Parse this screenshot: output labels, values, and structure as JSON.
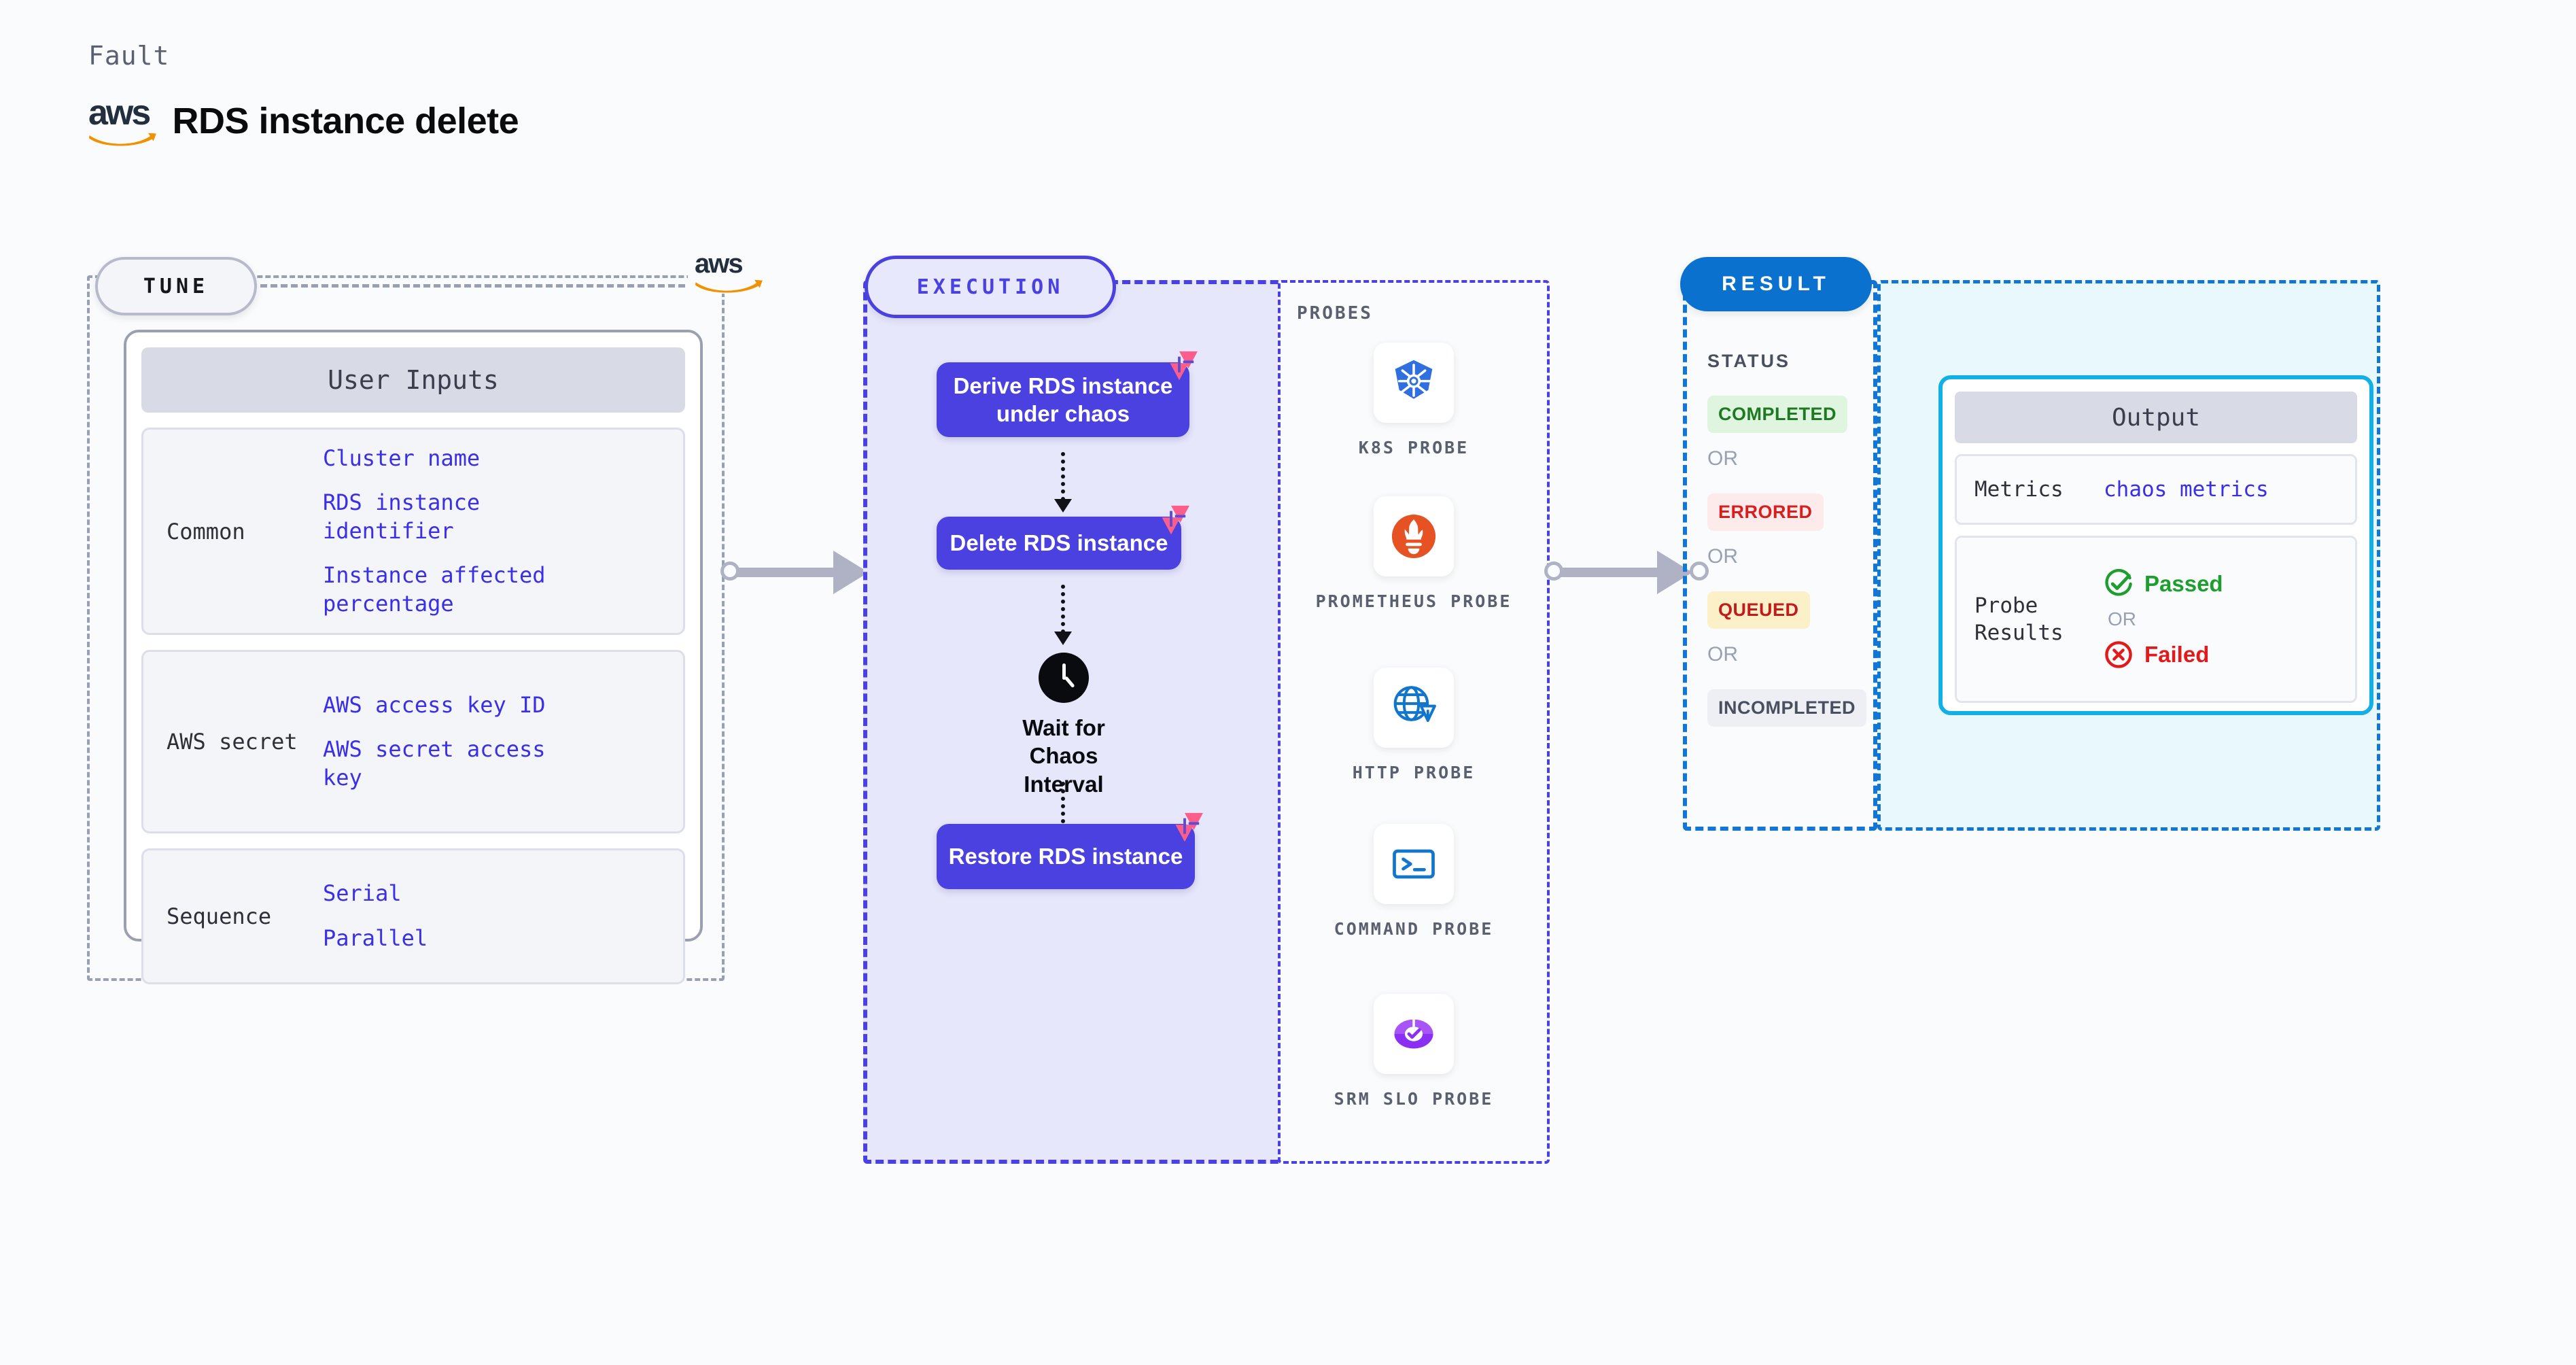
{
  "header": {
    "kicker": "Fault",
    "brand": "aws",
    "title": "RDS instance delete"
  },
  "phases": {
    "tune": "TUNE",
    "execution": "EXECUTION",
    "result": "RESULT"
  },
  "tune": {
    "brand_mark": "aws",
    "card_title": "User Inputs",
    "rows": [
      {
        "key": "Common",
        "values": [
          "Cluster name",
          "RDS instance identifier",
          "Instance affected percentage"
        ]
      },
      {
        "key": "AWS secret",
        "values": [
          "AWS access key ID",
          "AWS secret access key"
        ]
      },
      {
        "key": "Sequence",
        "values": [
          "Serial",
          "Parallel"
        ]
      }
    ]
  },
  "execution": {
    "steps": [
      {
        "label": "Derive RDS instance under chaos",
        "badge": "litmus-mark"
      },
      {
        "label": "Delete RDS instance",
        "badge": "litmus-mark"
      },
      {
        "label": "Restore RDS instance",
        "badge": "litmus-mark"
      }
    ],
    "wait_node": {
      "icon": "clock-icon",
      "label": "Wait for Chaos Interval"
    }
  },
  "probes": {
    "title": "PROBES",
    "items": [
      {
        "label": "K8S PROBE",
        "icon": "kubernetes-icon"
      },
      {
        "label": "PROMETHEUS PROBE",
        "icon": "prometheus-icon"
      },
      {
        "label": "HTTP PROBE",
        "icon": "http-globe-icon"
      },
      {
        "label": "COMMAND PROBE",
        "icon": "terminal-icon"
      },
      {
        "label": "SRM SLO PROBE",
        "icon": "srm-slo-icon"
      }
    ]
  },
  "result": {
    "status_title": "STATUS",
    "or_label": "OR",
    "statuses": [
      {
        "label": "COMPLETED",
        "bg": "#dff5df",
        "fg": "#1e7a22"
      },
      {
        "label": "ERRORED",
        "bg": "#fdeaea",
        "fg": "#d61f1f"
      },
      {
        "label": "QUEUED",
        "bg": "#fcf0c8",
        "fg": "#c21b1b"
      },
      {
        "label": "INCOMPLETED",
        "bg": "#eeeff5",
        "fg": "#4a4f60"
      }
    ],
    "output": {
      "title": "Output",
      "metrics_key": "Metrics",
      "metrics_value": "chaos metrics",
      "probe_key": "Probe Results",
      "passed": "Passed",
      "failed": "Failed",
      "or_label": "OR"
    }
  },
  "colors": {
    "accent_indigo": "#4a41e0",
    "accent_blue": "#0a72ce",
    "accent_cyan": "#13b0e6",
    "link_blue": "#3a2fe8",
    "aws_orange": "#f29100",
    "litmus_pink": "#fc5e8c",
    "pass_green": "#1e9e2f",
    "fail_red": "#e11b1b"
  }
}
